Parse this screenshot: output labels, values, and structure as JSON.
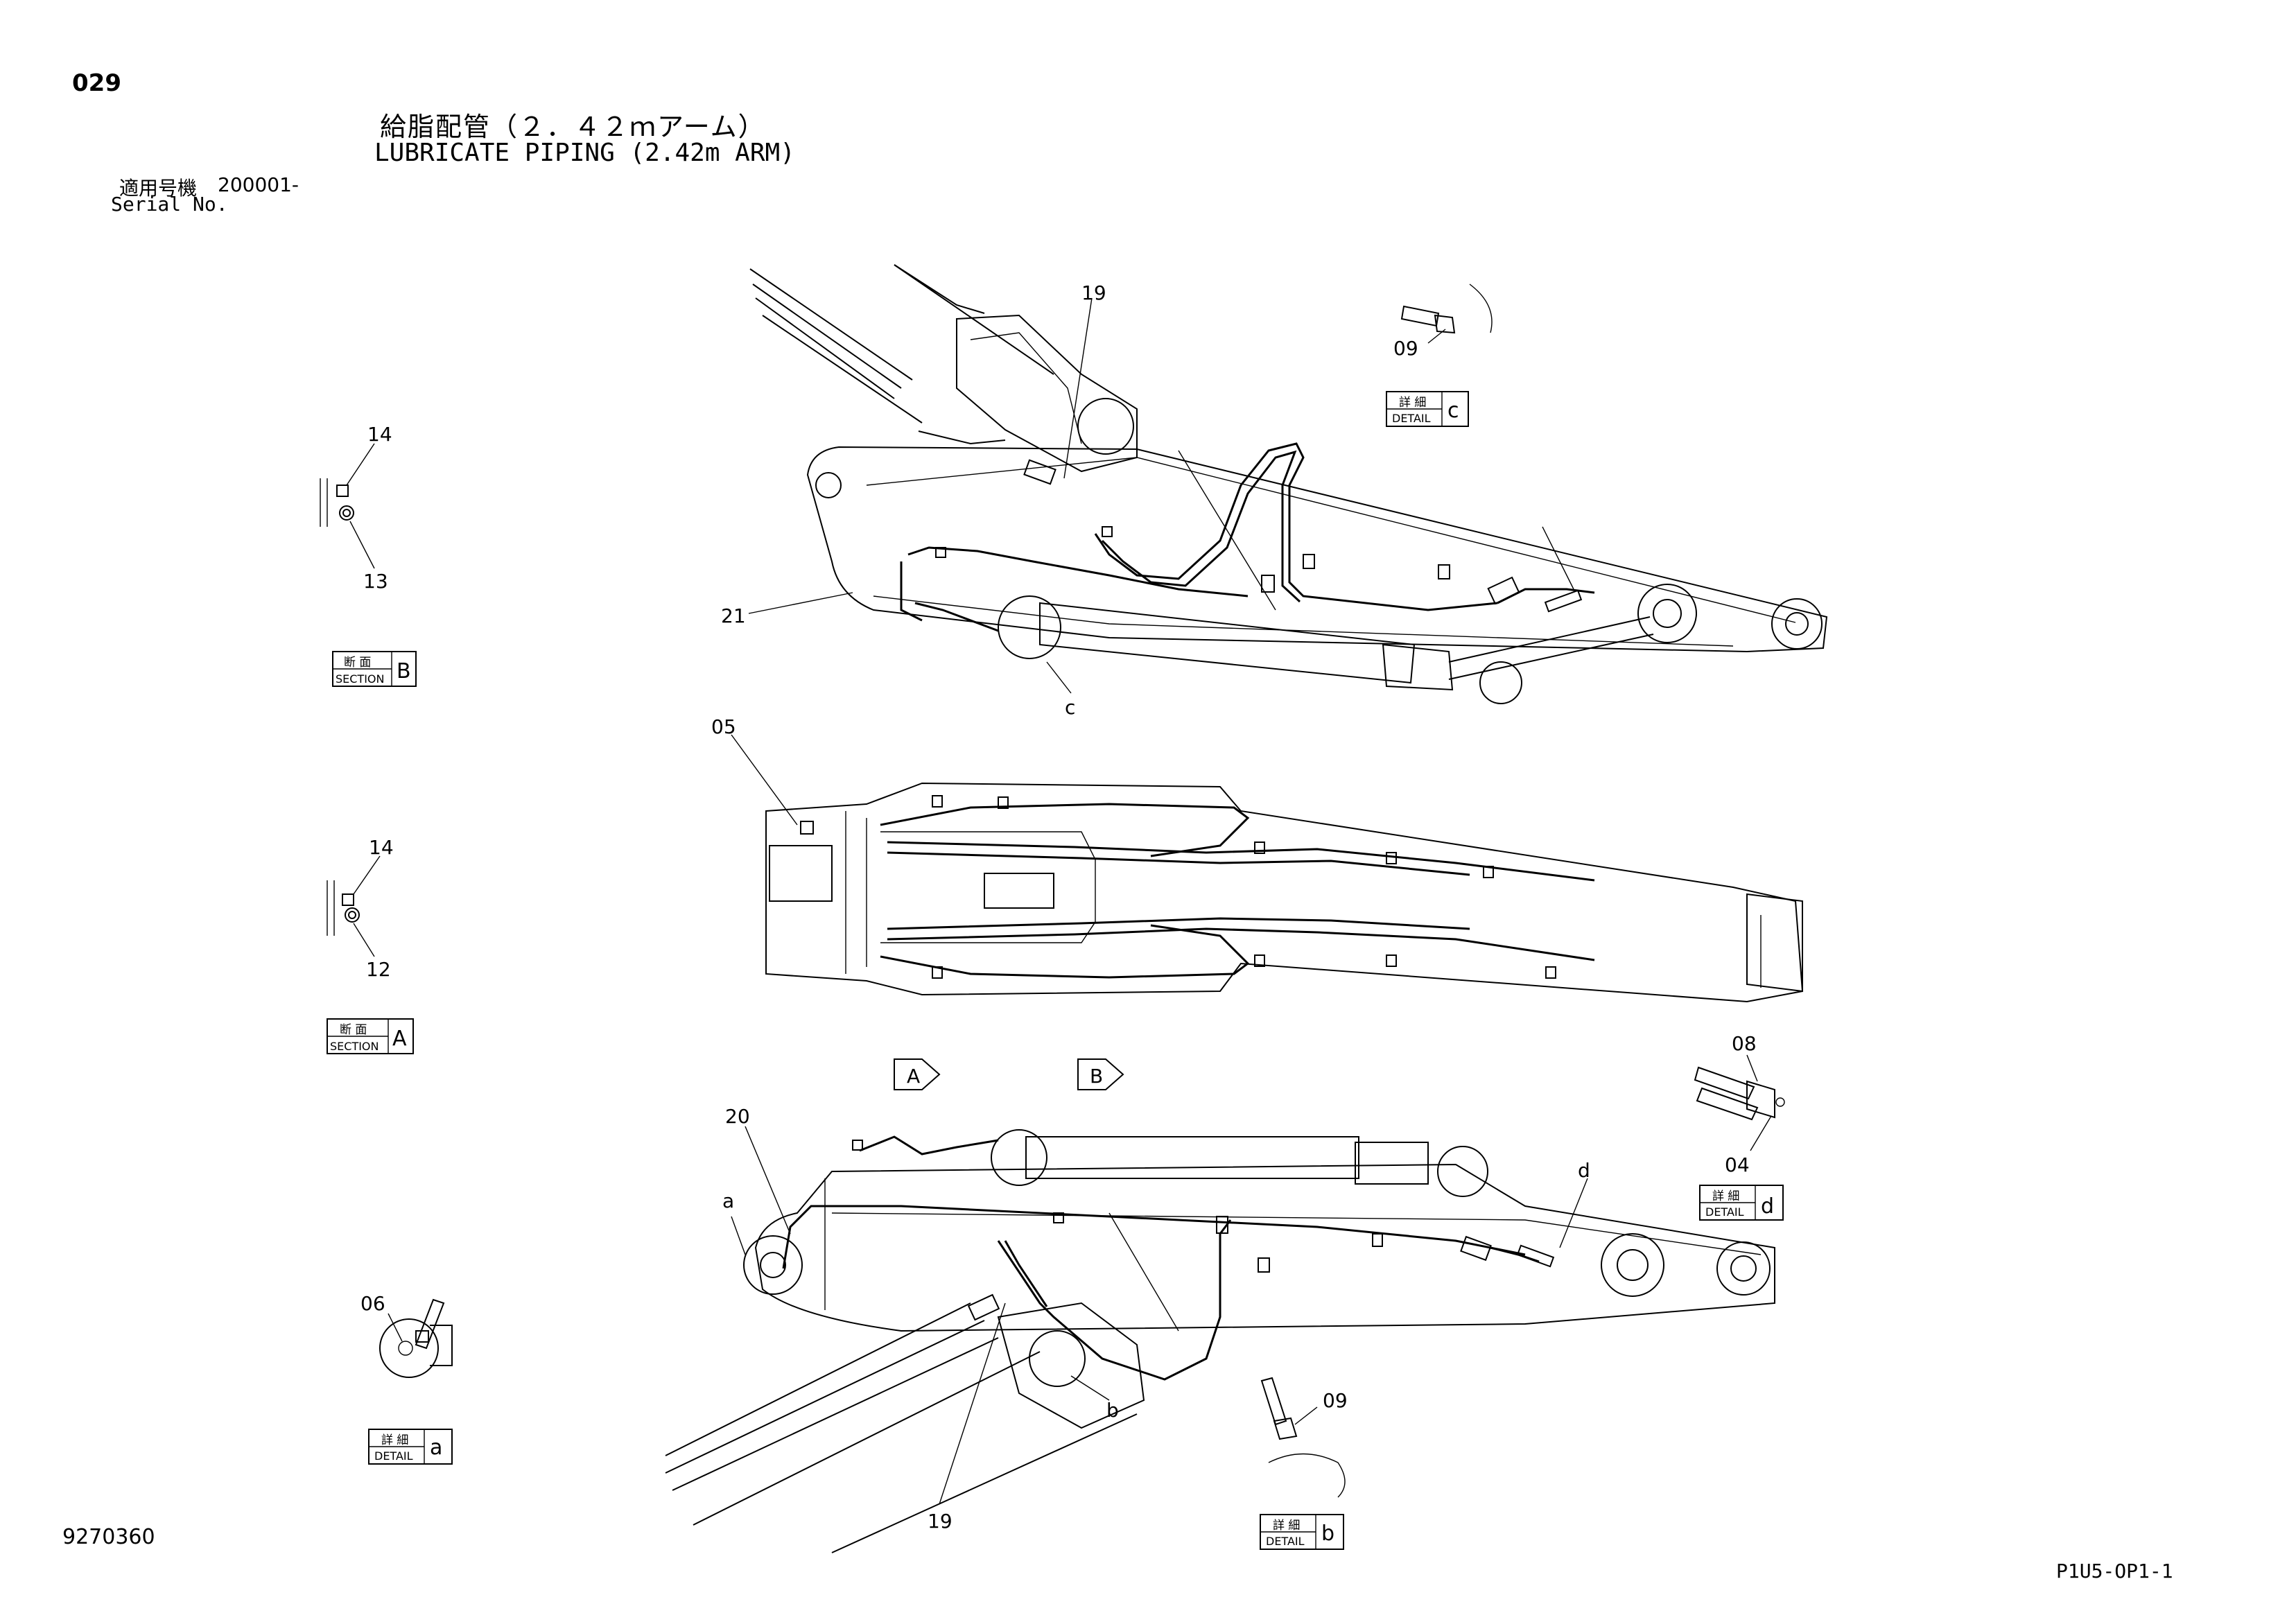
{
  "header": {
    "page_number": "029",
    "title_ja": "給脂配管（２．４２ｍアーム）",
    "title_en": "LUBRICATE PIPING (2.42m ARM)",
    "serial_label_ja": "適用号機",
    "serial_label_en": "Serial No.",
    "serial_range": "200001-"
  },
  "footer": {
    "drawing_number": "9270360",
    "sheet_code": "P1U5-OP1-1"
  },
  "labels": {
    "section_ja": "断 面",
    "section_en": "SECTION",
    "detail_ja": "詳 細",
    "detail_en": "DETAIL"
  },
  "views": {
    "section_b": {
      "letter": "B",
      "part_top": "14",
      "part_bottom": "13"
    },
    "section_a": {
      "letter": "A",
      "part_top": "14",
      "part_bottom": "12"
    },
    "detail_a": {
      "letter": "a",
      "part": "06"
    },
    "detail_c": {
      "letter": "c",
      "part": "09"
    },
    "detail_d": {
      "letter": "d",
      "part_top": "08",
      "part_bottom": "04"
    },
    "detail_b": {
      "letter": "b",
      "part": "09"
    },
    "view_arrow_a": "A",
    "view_arrow_b": "B"
  },
  "callouts": {
    "top_19": "19",
    "top_21": "21",
    "top_c": "c",
    "mid_05": "05",
    "bot_20": "20",
    "bot_a": "a",
    "bot_d": "d",
    "bot_b": "b",
    "bot_19": "19"
  }
}
